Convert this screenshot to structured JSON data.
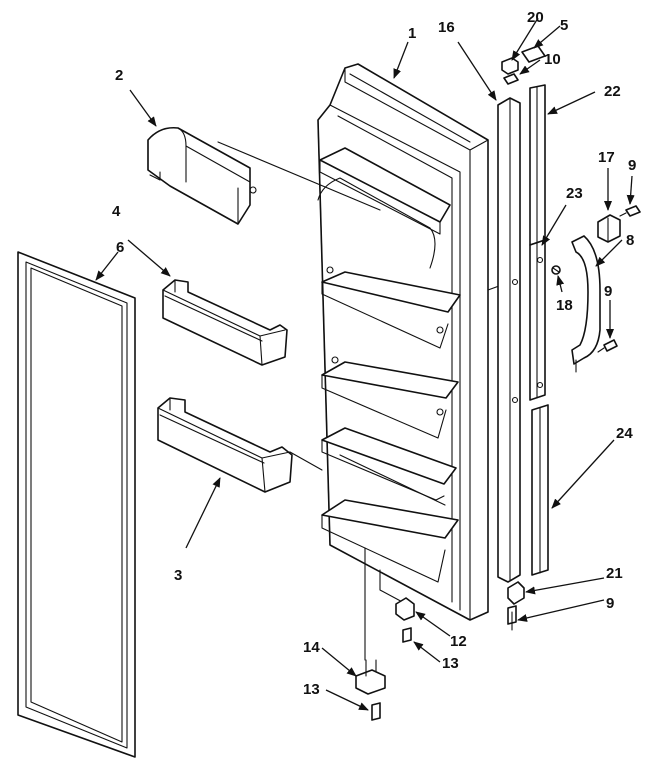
{
  "callouts": [
    {
      "id": "c1",
      "label": "1"
    },
    {
      "id": "c2",
      "label": "2"
    },
    {
      "id": "c3",
      "label": "3"
    },
    {
      "id": "c4",
      "label": "4"
    },
    {
      "id": "c5",
      "label": "5"
    },
    {
      "id": "c6",
      "label": "6"
    },
    {
      "id": "c8",
      "label": "8"
    },
    {
      "id": "c9a",
      "label": "9"
    },
    {
      "id": "c9b",
      "label": "9"
    },
    {
      "id": "c9c",
      "label": "9"
    },
    {
      "id": "c10",
      "label": "10"
    },
    {
      "id": "c12",
      "label": "12"
    },
    {
      "id": "c13a",
      "label": "13"
    },
    {
      "id": "c13b",
      "label": "13"
    },
    {
      "id": "c14",
      "label": "14"
    },
    {
      "id": "c16",
      "label": "16"
    },
    {
      "id": "c17",
      "label": "17"
    },
    {
      "id": "c18",
      "label": "18"
    },
    {
      "id": "c20",
      "label": "20"
    },
    {
      "id": "c21",
      "label": "21"
    },
    {
      "id": "c22",
      "label": "22"
    },
    {
      "id": "c23",
      "label": "23"
    },
    {
      "id": "c24",
      "label": "24"
    }
  ]
}
